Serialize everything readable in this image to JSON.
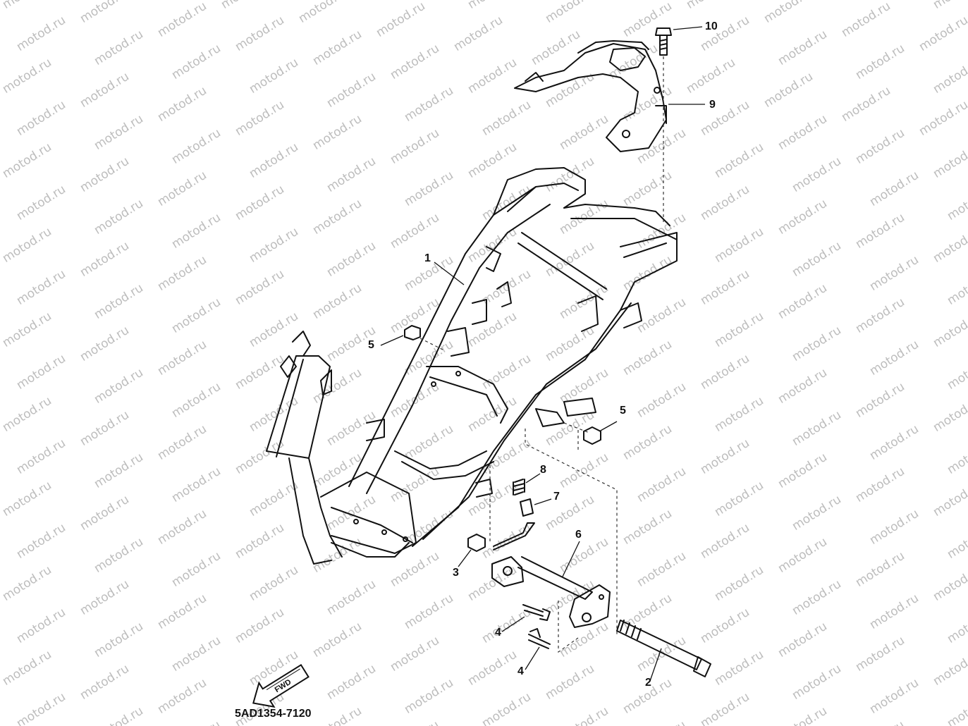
{
  "watermark": "motod.ru",
  "callouts": {
    "c1": "1",
    "c2": "2",
    "c3": "3",
    "c4a": "4",
    "c4b": "4",
    "c5a": "5",
    "c5b": "5",
    "c6": "6",
    "c7": "7",
    "c8": "8",
    "c9": "9",
    "c10": "10"
  },
  "fwd_label": "FWD",
  "diagram_code": "5AD1354-7120"
}
